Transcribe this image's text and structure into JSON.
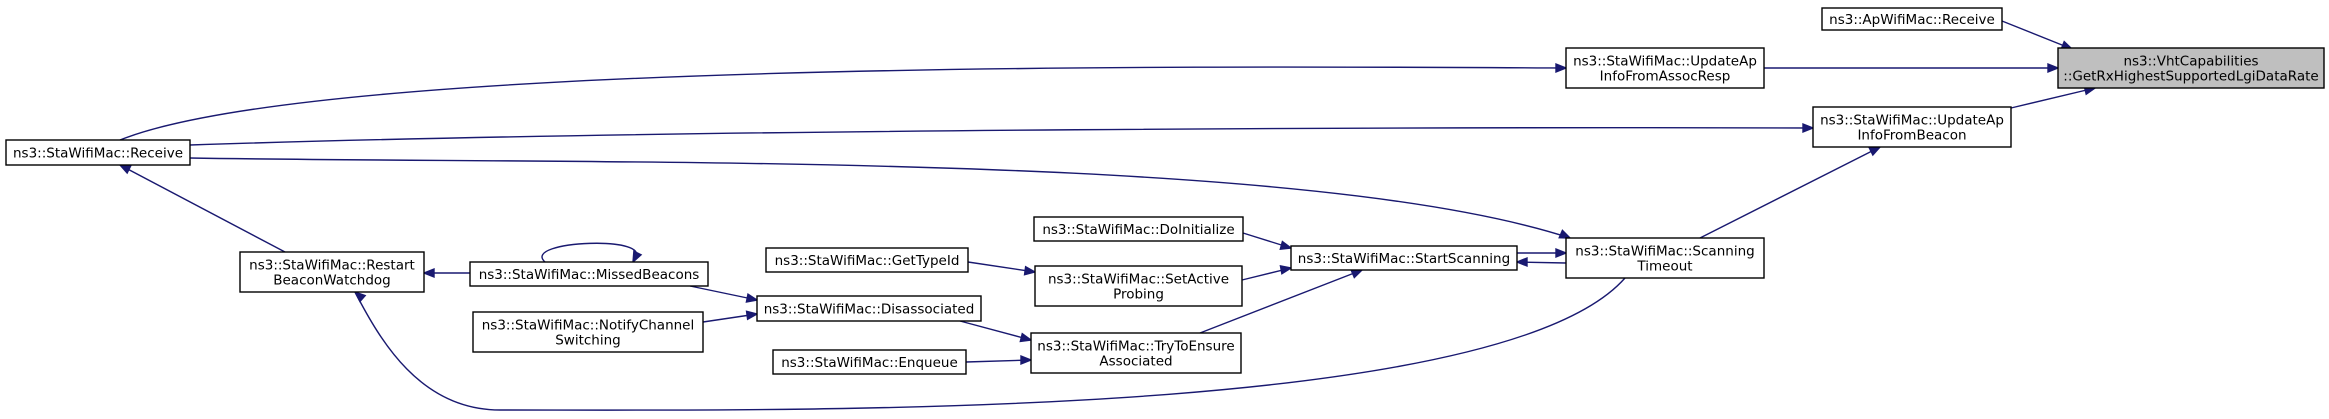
{
  "nodes": {
    "vht": {
      "lines": [
        "ns3::VhtCapabilities",
        "::GetRxHighestSupportedLgiDataRate"
      ],
      "highlighted": true
    },
    "ap_receive": {
      "lines": [
        "ns3::ApWifiMac::Receive"
      ]
    },
    "update_assoc": {
      "lines": [
        "ns3::StaWifiMac::UpdateAp",
        "InfoFromAssocResp"
      ]
    },
    "update_beacon": {
      "lines": [
        "ns3::StaWifiMac::UpdateAp",
        "InfoFromBeacon"
      ]
    },
    "sta_receive": {
      "lines": [
        "ns3::StaWifiMac::Receive"
      ]
    },
    "scanning_timeout": {
      "lines": [
        "ns3::StaWifiMac::Scanning",
        "Timeout"
      ]
    },
    "do_initialize": {
      "lines": [
        "ns3::StaWifiMac::DoInitialize"
      ]
    },
    "start_scanning": {
      "lines": [
        "ns3::StaWifiMac::StartScanning"
      ]
    },
    "get_type_id": {
      "lines": [
        "ns3::StaWifiMac::GetTypeId"
      ]
    },
    "set_active_probing": {
      "lines": [
        "ns3::StaWifiMac::SetActive",
        "Probing"
      ]
    },
    "restart_beacon": {
      "lines": [
        "ns3::StaWifiMac::Restart",
        "BeaconWatchdog"
      ]
    },
    "missed_beacons": {
      "lines": [
        "ns3::StaWifiMac::MissedBeacons"
      ]
    },
    "disassociated": {
      "lines": [
        "ns3::StaWifiMac::Disassociated"
      ]
    },
    "notify_channel": {
      "lines": [
        "ns3::StaWifiMac::NotifyChannel",
        "Switching"
      ]
    },
    "try_to_ensure": {
      "lines": [
        "ns3::StaWifiMac::TryToEnsure",
        "Associated"
      ]
    },
    "enqueue": {
      "lines": [
        "ns3::StaWifiMac::Enqueue"
      ]
    }
  },
  "edges": [
    [
      "ap_receive",
      "vht"
    ],
    [
      "update_assoc",
      "vht"
    ],
    [
      "update_beacon",
      "vht"
    ],
    [
      "sta_receive",
      "update_assoc"
    ],
    [
      "sta_receive",
      "update_beacon"
    ],
    [
      "sta_receive",
      "scanning_timeout"
    ],
    [
      "scanning_timeout",
      "update_beacon"
    ],
    [
      "scanning_timeout",
      "start_scanning"
    ],
    [
      "scanning_timeout",
      "restart_beacon"
    ],
    [
      "start_scanning",
      "scanning_timeout"
    ],
    [
      "do_initialize",
      "start_scanning"
    ],
    [
      "set_active_probing",
      "start_scanning"
    ],
    [
      "try_to_ensure",
      "start_scanning"
    ],
    [
      "get_type_id",
      "set_active_probing"
    ],
    [
      "disassociated",
      "try_to_ensure"
    ],
    [
      "enqueue",
      "try_to_ensure"
    ],
    [
      "missed_beacons",
      "disassociated"
    ],
    [
      "notify_channel",
      "disassociated"
    ],
    [
      "restart_beacon",
      "sta_receive"
    ],
    [
      "missed_beacons",
      "restart_beacon"
    ],
    [
      "missed_beacons",
      "missed_beacons"
    ]
  ],
  "colors": {
    "edge": "#191970",
    "highlight_fill": "#bfbfbf",
    "node_border": "#000000"
  }
}
